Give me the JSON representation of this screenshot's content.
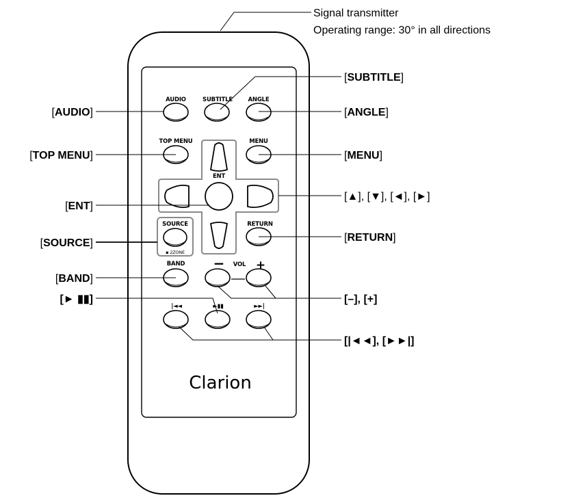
{
  "transmitter": {
    "title": "Signal transmitter",
    "range": "Operating range: 30° in all directions"
  },
  "callouts": {
    "subtitle": {
      "open": "[",
      "key": "SUBTITLE",
      "close": "]"
    },
    "audio": {
      "open": "[",
      "key": "AUDIO",
      "close": "]"
    },
    "angle": {
      "open": "[",
      "key": "ANGLE",
      "close": "]"
    },
    "top_menu": {
      "open": "[",
      "key": "TOP MENU",
      "close": "]"
    },
    "menu": {
      "open": "[",
      "key": "MENU",
      "close": "]"
    },
    "ent": {
      "open": "[",
      "key": "ENT",
      "close": "]"
    },
    "arrows": "[▲], [▼], [◄], [►]",
    "source": {
      "open": "[",
      "key": "SOURCE",
      "close": "]"
    },
    "return": {
      "open": "[",
      "key": "RETURN",
      "close": "]"
    },
    "band": {
      "open": "[",
      "key": "BAND",
      "close": "]"
    },
    "play_pause": "[► ▮▮]",
    "volume": "[–], [+]",
    "skip": "[|◄◄], [►►|]"
  },
  "button_labels": {
    "audio": "AUDIO",
    "subtitle": "SUBTITLE",
    "angle": "ANGLE",
    "top_menu": "TOP MENU",
    "menu": "MENU",
    "ent": "ENT",
    "source": "SOURCE",
    "zone": "▪ 2ZONE",
    "return": "RETURN",
    "band": "BAND",
    "vol_minus": "−",
    "vol": "VOL",
    "vol_plus": "+",
    "prev": "|◄◄",
    "play_pause": "►▮▮",
    "next": "►►|"
  },
  "brand": "Clarion",
  "icons": {
    "up": "arrow-up-icon",
    "down": "arrow-down-icon",
    "left": "arrow-left-icon",
    "right": "arrow-right-icon"
  }
}
